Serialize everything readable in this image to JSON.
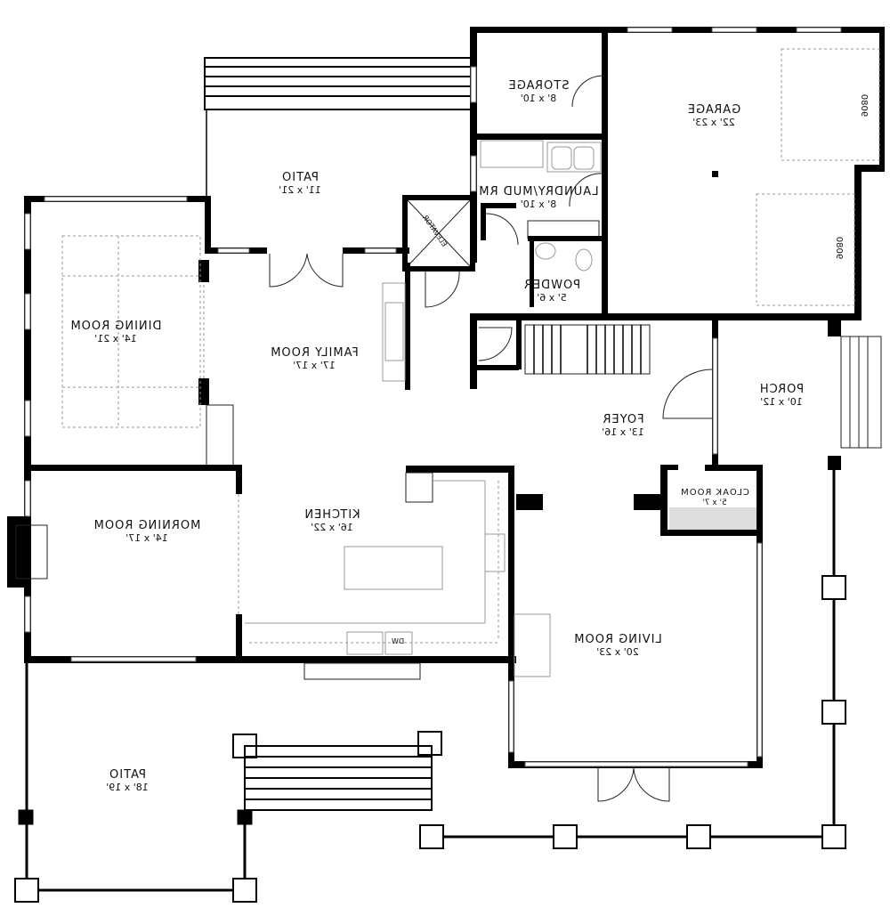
{
  "rooms": [
    {
      "id": "storage",
      "name": "STORAGE",
      "dims": "8' x 10'"
    },
    {
      "id": "garage",
      "name": "GARAGE",
      "dims": "22' x 23'"
    },
    {
      "id": "patio-rear",
      "name": "PATIO",
      "dims": "11' x 21'"
    },
    {
      "id": "laundry",
      "name": "LAUNDRY/MUD RM",
      "dims": "8' x 10'"
    },
    {
      "id": "powder",
      "name": "POWDER",
      "dims": "5' x 6'"
    },
    {
      "id": "dining",
      "name": "DINING ROOM",
      "dims": "14' x 21'"
    },
    {
      "id": "family",
      "name": "FAMILY ROOM",
      "dims": "17' x 17'"
    },
    {
      "id": "porch",
      "name": "PORCH",
      "dims": "10' x 12'"
    },
    {
      "id": "foyer",
      "name": "FOYER",
      "dims": "13' x 16'"
    },
    {
      "id": "cloak",
      "name": "CLOAK ROOM",
      "dims": "5' x 7'"
    },
    {
      "id": "morning",
      "name": "MORNING ROOM",
      "dims": "14' x 17'"
    },
    {
      "id": "kitchen",
      "name": "KITCHEN",
      "dims": "16' x 22'"
    },
    {
      "id": "living",
      "name": "LIVING ROOM",
      "dims": "20' x 23'"
    },
    {
      "id": "patio-front",
      "name": "PATIO",
      "dims": "18' x 19'"
    }
  ],
  "labels": {
    "elevator": "ELEVATOR",
    "garage_door_1": "9080",
    "garage_door_2": "9080",
    "dishwasher": "DW"
  }
}
